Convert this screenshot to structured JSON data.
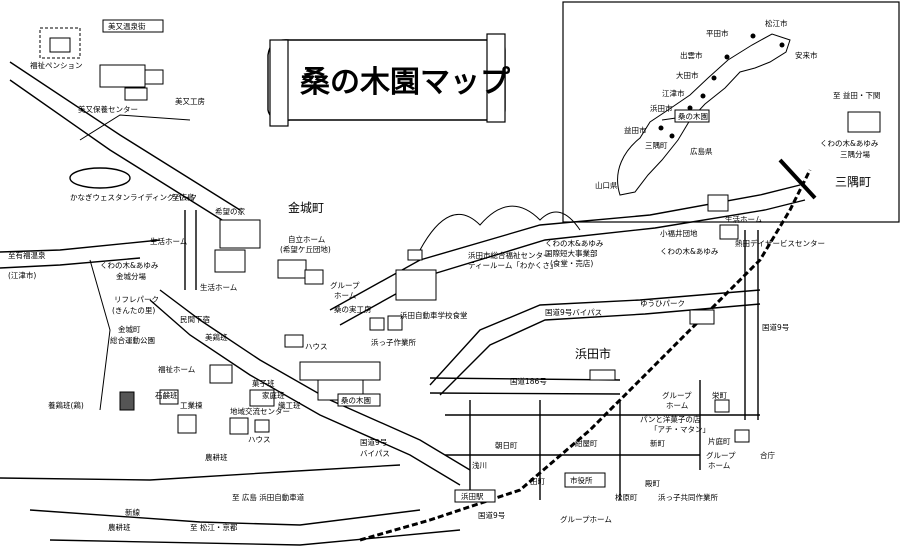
{
  "title": "桑の木園マップ",
  "inset": {
    "cities": [
      "平田市",
      "松江市",
      "出雲市",
      "安来市",
      "大田市",
      "江津市",
      "浜田市",
      "益田市",
      "三隅町",
      "広島県",
      "山口県"
    ],
    "highlight": "桑の木園"
  },
  "labels": {
    "misato_onsen": "美又温泉街",
    "fukushi_pension": "福祉ペンション",
    "misato_hoyo": "美又保養センター",
    "misato_kobo": "美又工房",
    "riding_park": "かなぎウェスタンライディングパーク",
    "to_hiroshima": "至広島",
    "to_gotsu_line1": "至有福温泉",
    "to_gotsu_line2": "(江津市)",
    "kibou_no_ie": "希望の家",
    "kanagi": "金城町",
    "jiritsu_home": "自立ホーム",
    "jiritsu_home_sub": "(希望ケ丘団地)",
    "seikatsu_home_1": "生活ホーム",
    "seikatsu_home_2": "生活ホーム",
    "seikatsu_home_3": "生活ホーム",
    "kuwanoki_ayumi_kanagi": "くわの木&あゆみ",
    "kanagi_bunshou": "金城分場",
    "refresh_park": "リフレパーク",
    "refresh_park_sub": "(きんたの里)",
    "minmin_shita": "民間下宿",
    "kanagi_sports": "金城町",
    "kanagi_sports_sub": "総合運動公園",
    "fukushi_home": "福祉ホーム",
    "sekiban": "石鹸班",
    "kojoto": "工業棟",
    "bakkeihan": "美鶏班",
    "bakkeihan_ebi": "養鶏班(鶏)",
    "noukou": "農耕班",
    "group_home_1": "グループ",
    "group_home_1b": "ホーム",
    "kuwanomi_kobo": "桑の実工房",
    "hamada_jidousha": "浜田自動車学校食堂",
    "house_1": "ハウス",
    "house_2": "ハウス",
    "kuwanokien": "桑の木園",
    "kashiten": "菓子班",
    "kateika": "家庭班",
    "shokukou": "織工班",
    "chiiki_koryu": "地域交流センター",
    "hamada_center": "浜田市総合福祉センター",
    "tea_room": "ティールーム「わかくさ」",
    "kuwanoki_ayumi_kokusai": "くわの木&あゆみ",
    "kokusai_daigaku": "国際短大事業部",
    "shokudo_baiten": "(食堂・売店)",
    "hamada_city": "浜田市",
    "kokudo186": "国道186号",
    "kokudo9_bypass": "国道9号バイパス",
    "kokudo9_bypass_2": "国道9号",
    "kokudo9_bypass_3": "バイパス",
    "yuuhi_park": "ゆうひパーク",
    "kobayashi_home": "小福井団地",
    "kuwanoki_ayumi_3": "くわの木&あゆみ",
    "hamada_day": "熱田デイサービスセンター",
    "misumi": "三隅町",
    "to_masuda": "至 益田・下関",
    "misumi_bunshou": "くわの木&あゆみ",
    "misumi_bunshou_sub": "三隅分場",
    "kokudo9": "国道9号",
    "group_home_2": "グループ",
    "group_home_2b": "ホーム",
    "pan": "パンと洋菓子の店",
    "pan_sub": "「アチ・マタン」",
    "sakaemachi": "栄町",
    "katanimachi": "片庭町",
    "group_home_3": "グループ",
    "group_home_3b": "ホーム",
    "asahimachi": "朝日町",
    "kamiyamachi": "紺屋町",
    "shinmachi": "新町",
    "asagawa": "浅川",
    "tamachi": "田町",
    "shiyakusho": "市役所",
    "tonomachi": "殿町",
    "hamada_station": "浜田駅",
    "kokudo9_bottom": "国道9号",
    "group_home_4": "グループホーム",
    "matsubara": "松原町",
    "hamako": "浜っ子共同作業所",
    "hamako_2": "浜っ子作業所",
    "kencho": "合庁",
    "to_hiroshima_exp": "至 広島 浜田自動車道",
    "to_matsue": "至 松江・京都",
    "noukou_b": "農耕班",
    "shinkansen": "新線"
  }
}
